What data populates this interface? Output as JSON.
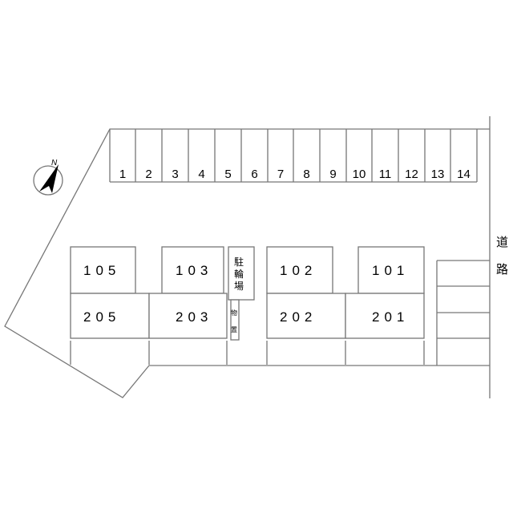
{
  "compass": {
    "label": "N",
    "icon": "north-arrow-icon"
  },
  "parking_slots": [
    "1",
    "2",
    "3",
    "4",
    "5",
    "6",
    "7",
    "8",
    "9",
    "10",
    "11",
    "12",
    "13",
    "14"
  ],
  "units_ground": [
    {
      "id": "105"
    },
    {
      "id": "103"
    },
    {
      "id": "102"
    },
    {
      "id": "101"
    }
  ],
  "units_upper": [
    {
      "id": "205"
    },
    {
      "id": "203"
    },
    {
      "id": "202"
    },
    {
      "id": "201"
    }
  ],
  "bicycle_parking": {
    "label": [
      "駐",
      "輪",
      "場"
    ]
  },
  "storage": {
    "label": [
      "物",
      "置"
    ]
  },
  "road": {
    "label": [
      "道",
      "路"
    ]
  }
}
